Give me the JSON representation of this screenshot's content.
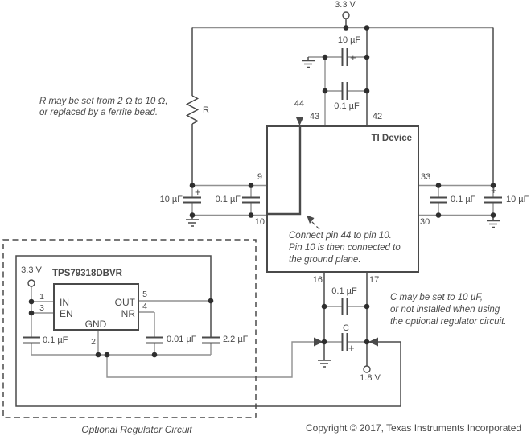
{
  "colors": {
    "bg": "#ffffff",
    "wire": "#909090",
    "line": "#4a4a4a",
    "text": "#4a4a4a",
    "dot": "#2e2e2e"
  },
  "top_supply": {
    "voltage": "3.3 V",
    "bulk_cap": "10 µF",
    "bypass_cap": "0.1 µF",
    "plus": "+"
  },
  "series_resistor": {
    "label": "R",
    "note": [
      "R may be set from 2 Ω to 10 Ω,",
      "or replaced by a ferrite bead."
    ]
  },
  "ti_device": {
    "label": "TI Device",
    "pins": {
      "p44": "44",
      "p43": "43",
      "p42": "42",
      "p9": "9",
      "p10": "10",
      "p33": "33",
      "p30": "30",
      "p16": "16",
      "p17": "17"
    },
    "note": [
      "Connect pin 44 to pin 10.",
      "Pin 10 is then connected to",
      "the ground plane."
    ]
  },
  "left_caps": {
    "bulk": "10 µF",
    "bypass": "0.1 µF",
    "plus": "+"
  },
  "right_caps": {
    "bypass": "0.1 µF",
    "bulk": "10 µF",
    "plus": "+"
  },
  "bottom_caps": {
    "bypass": "0.1 µF",
    "bulk": "C",
    "plus": "+",
    "rail_voltage": "1.8 V",
    "note": [
      "C may be set to 10 µF,",
      "or not installed when using",
      "the optional regulator circuit."
    ]
  },
  "regulator": {
    "caption": "Optional Regulator Circuit",
    "part": "TPS79318DBVR",
    "supply": "3.3 V",
    "pins": {
      "n1": "1",
      "n3": "3",
      "n5": "5",
      "n4": "4",
      "n2": "2",
      "in": "IN",
      "en": "EN",
      "out": "OUT",
      "nr": "NR",
      "gnd": "GND"
    },
    "caps": {
      "input": "0.1 µF",
      "nr": "0.01 µF",
      "output": "2.2 µF"
    }
  },
  "footer": {
    "copyright": "Copyright © 2017, Texas Instruments Incorporated"
  }
}
